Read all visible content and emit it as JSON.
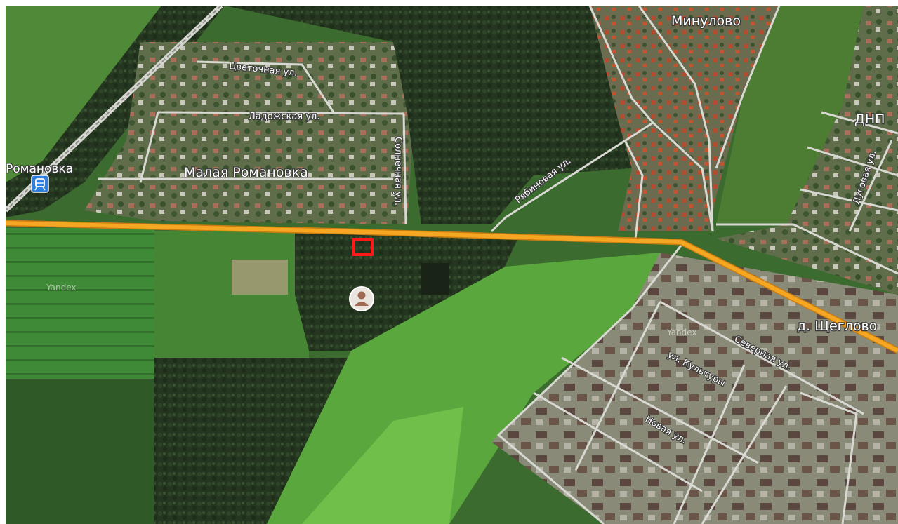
{
  "map": {
    "places": {
      "romanovka": "Романовка",
      "malaya_romanovka": "Малая Романовка",
      "minulovo": "Минулово",
      "dnp": "ДНП",
      "shcheglovo": "д. Щеглово"
    },
    "streets": {
      "tsvetochnaya": "Цветочная ул.",
      "ladozhskaya": "Ладожская ул.",
      "solnechnaya": "Солнечная ул.",
      "ryabinovaya": "Рябиновая ул.",
      "lugovaya": "Луговая ул.",
      "severnaya": "Северная ул.",
      "kultury": "ул. Культуры",
      "novaya": "Новая ул."
    },
    "watermark": "Yandex",
    "colors": {
      "main_road": "#f5a623",
      "plot_marker": "#ff1a1a",
      "station_icon": "#2f7fe0"
    },
    "icons": {
      "station": "train-station-icon",
      "user": "user-location-icon",
      "plot": "plot-marker-icon"
    }
  }
}
